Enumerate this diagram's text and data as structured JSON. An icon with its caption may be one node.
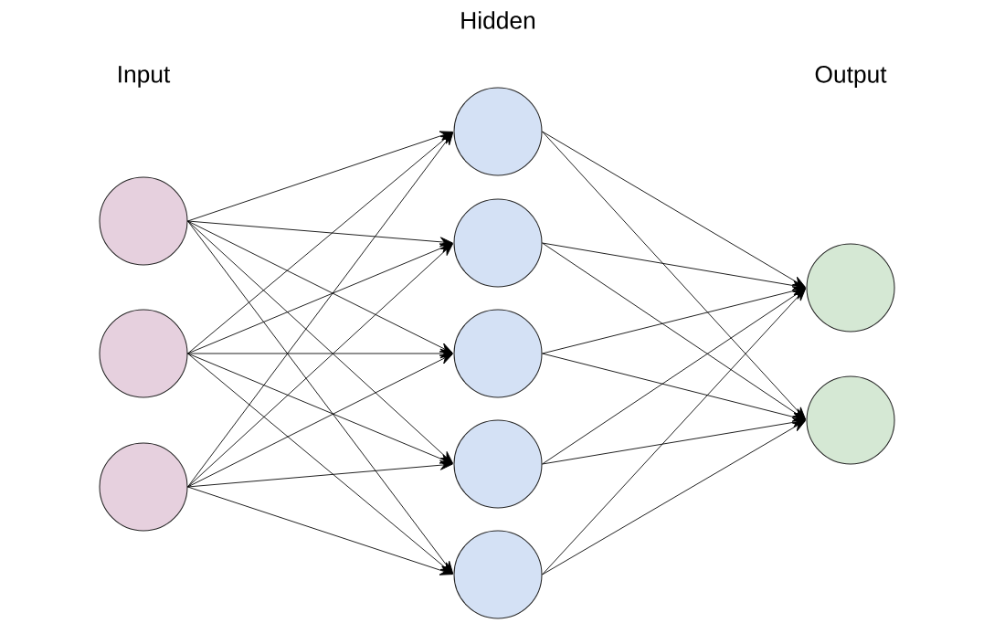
{
  "diagram": {
    "nodes": [
      {
        "text": [],
        "shape": "circle"
      },
      {
        "text": [],
        "shape": "circle"
      },
      {
        "text": [],
        "shape": "circle"
      },
      {
        "text": [],
        "shape": "circle"
      },
      {
        "text": [],
        "shape": "circle"
      },
      {
        "text": [],
        "shape": "circle"
      },
      {
        "text": [],
        "shape": "circle"
      },
      {
        "text": [],
        "shape": "circle"
      },
      {
        "text": [],
        "shape": "circle"
      },
      {
        "text": [],
        "shape": "circle"
      }
    ],
    "edges": [
      {
        "from": 0,
        "to": 3,
        "arrow": "to"
      },
      {
        "from": 0,
        "to": 4,
        "arrow": "to"
      },
      {
        "from": 0,
        "to": 5,
        "arrow": "to"
      },
      {
        "from": 0,
        "to": 6,
        "arrow": "to"
      },
      {
        "from": 0,
        "to": 7,
        "arrow": "to"
      },
      {
        "from": 1,
        "to": 3,
        "arrow": "to"
      },
      {
        "from": 1,
        "to": 4,
        "arrow": "to"
      },
      {
        "from": 1,
        "to": 5,
        "arrow": "to"
      },
      {
        "from": 1,
        "to": 6,
        "arrow": "to"
      },
      {
        "from": 1,
        "to": 7,
        "arrow": "to"
      },
      {
        "from": 2,
        "to": 3,
        "arrow": "to"
      },
      {
        "from": 2,
        "to": 4,
        "arrow": "to"
      },
      {
        "from": 2,
        "to": 5,
        "arrow": "to"
      },
      {
        "from": 2,
        "to": 6,
        "arrow": "to"
      },
      {
        "from": 2,
        "to": 7,
        "arrow": "to"
      },
      {
        "from": 3,
        "to": 8,
        "arrow": "to"
      },
      {
        "from": 3,
        "to": 9,
        "arrow": "to"
      },
      {
        "from": 4,
        "to": 8,
        "arrow": "to"
      },
      {
        "from": 4,
        "to": 9,
        "arrow": "to"
      },
      {
        "from": 5,
        "to": 8,
        "arrow": "to"
      },
      {
        "from": 5,
        "to": 9,
        "arrow": "to"
      },
      {
        "from": 6,
        "to": 8,
        "arrow": "to"
      },
      {
        "from": 6,
        "to": 9,
        "arrow": "to"
      },
      {
        "from": 7,
        "to": 8,
        "arrow": "to"
      },
      {
        "from": 7,
        "to": 9,
        "arrow": "to"
      }
    ],
    "labels": [
      "Hidden",
      "Input",
      "Output"
    ]
  }
}
